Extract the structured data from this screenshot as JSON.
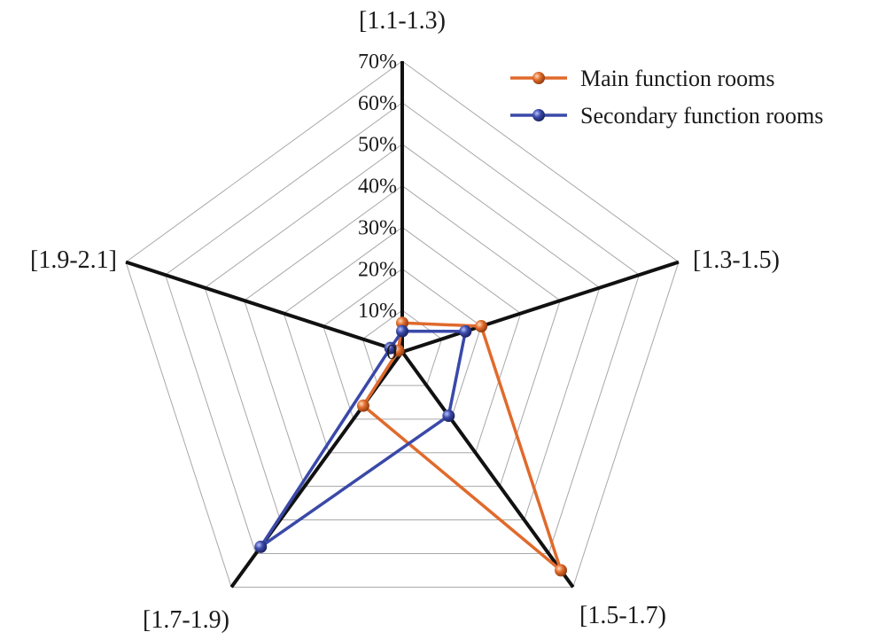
{
  "chart_data": {
    "type": "radar",
    "categories": [
      "[1.1-1.3)",
      "[1.3-1.5)",
      "[1.5-1.7)",
      "[1.7-1.9)",
      "[1.9-2.1]"
    ],
    "ticks": [
      "0",
      "10%",
      "20%",
      "30%",
      "40%",
      "50%",
      "60%",
      "70%"
    ],
    "tick_values": [
      0,
      10,
      20,
      30,
      40,
      50,
      60,
      70
    ],
    "range": [
      0,
      70
    ],
    "legend_position": "top-right",
    "series": [
      {
        "name": "Main function rooms",
        "values": [
          7,
          20,
          65,
          16,
          1
        ],
        "color": "#e06a2c"
      },
      {
        "name": "Secondary function rooms",
        "values": [
          5,
          16,
          19,
          58,
          3
        ],
        "color": "#3a49a8"
      }
    ]
  }
}
